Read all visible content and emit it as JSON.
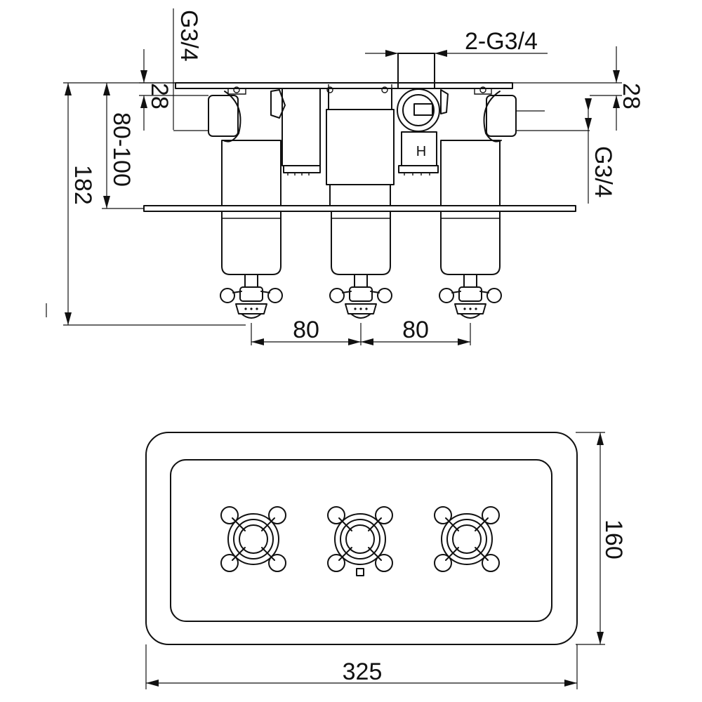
{
  "side_view": {
    "inlet_left_label": "G3/4",
    "inlet_right_label": "G3/4",
    "outlet_label": "2-G3/4",
    "offset_left_label": "28",
    "offset_right_label": "28",
    "depth_range_label": "80-100",
    "total_depth_label": "182",
    "spacing_left_label": "80",
    "spacing_right_label": "80",
    "hot_marker": "H"
  },
  "front_view": {
    "width_label": "325",
    "height_label": "160",
    "handle_count": 3
  }
}
